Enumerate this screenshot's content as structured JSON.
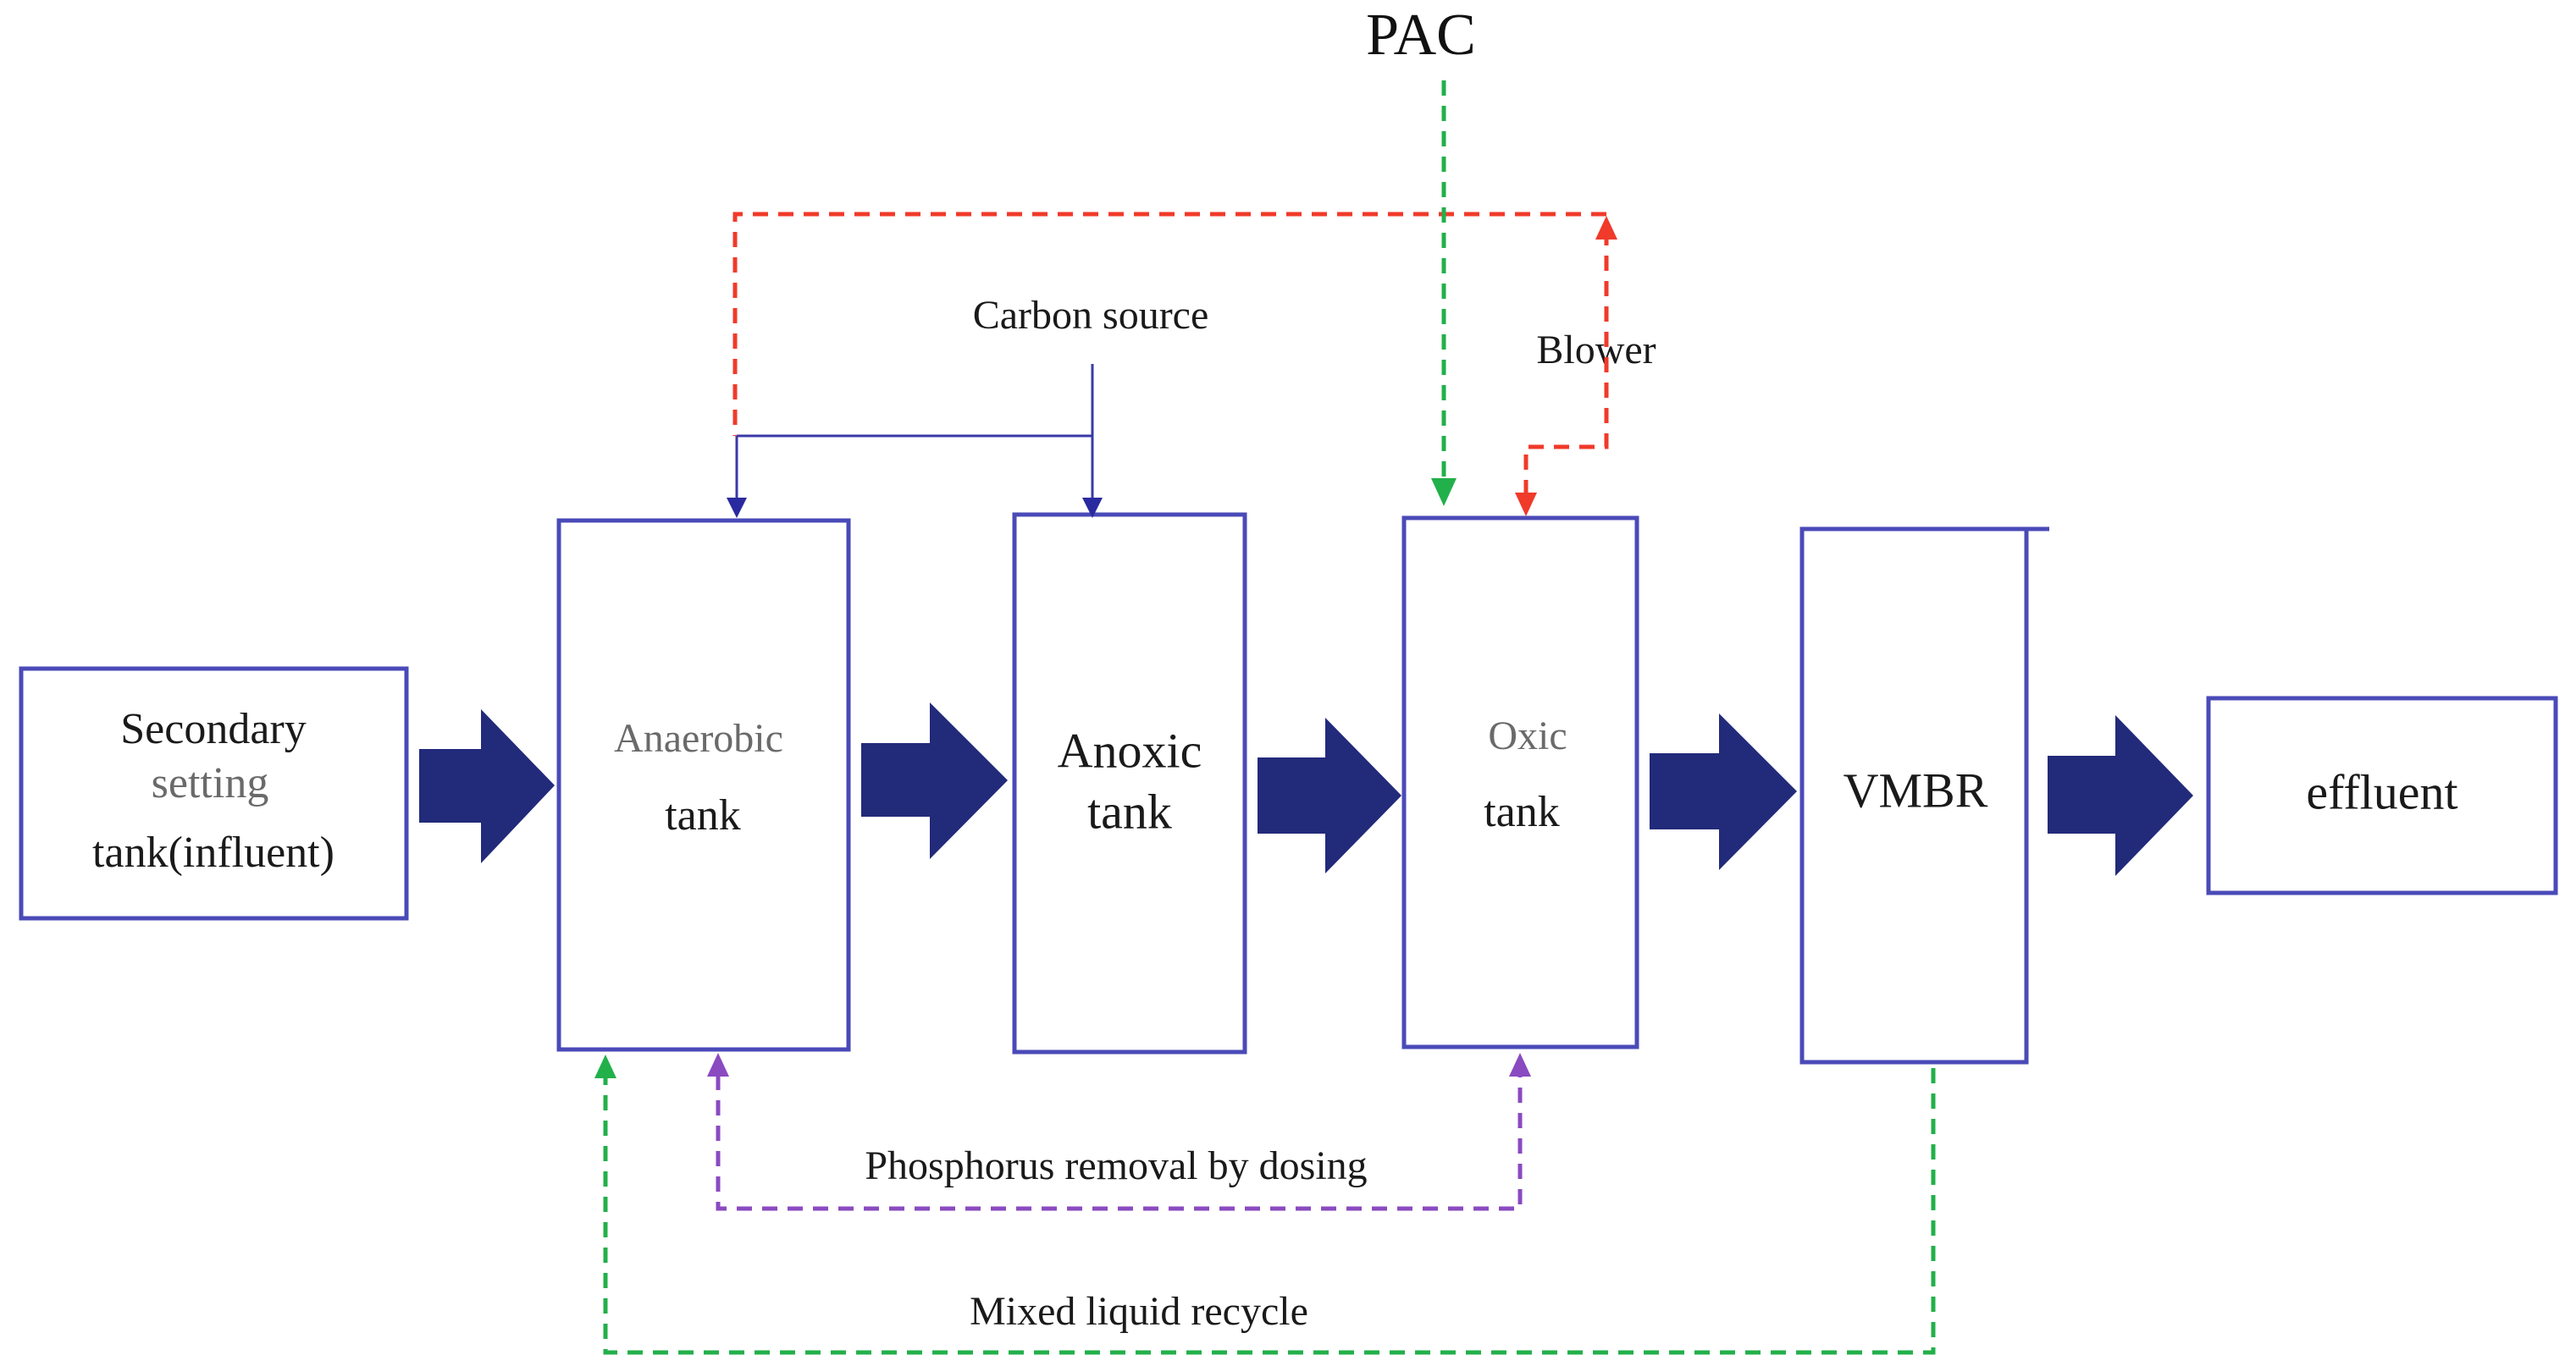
{
  "labels": {
    "pac": "PAC",
    "carbon_source": "Carbon source",
    "blower": "Blower",
    "phosphorus_removal": "Phosphorus removal by dosing",
    "mixed_liquid_recycle": "Mixed liquid recycle"
  },
  "boxes": {
    "secondary": {
      "line1": "Secondary",
      "line2": "setting",
      "line3": "tank(influent)"
    },
    "anaerobic": {
      "line1": "Anaerobic",
      "line2": "tank"
    },
    "anoxic": {
      "line1": "Anoxic",
      "line2": "tank"
    },
    "oxic": {
      "line1": "Oxic",
      "line2": "tank"
    },
    "vmbr": {
      "line1": "VMBR"
    },
    "effluent": {
      "line1": "effluent"
    }
  },
  "colors": {
    "box_border": "#4a4ab8",
    "flow_arrow": "#222a7a",
    "carbon_line": "#3a3aa8",
    "air_line": "#f03a2a",
    "pac_recycle_line": "#22b04a",
    "phosphorus_line": "#8a4ac0"
  }
}
